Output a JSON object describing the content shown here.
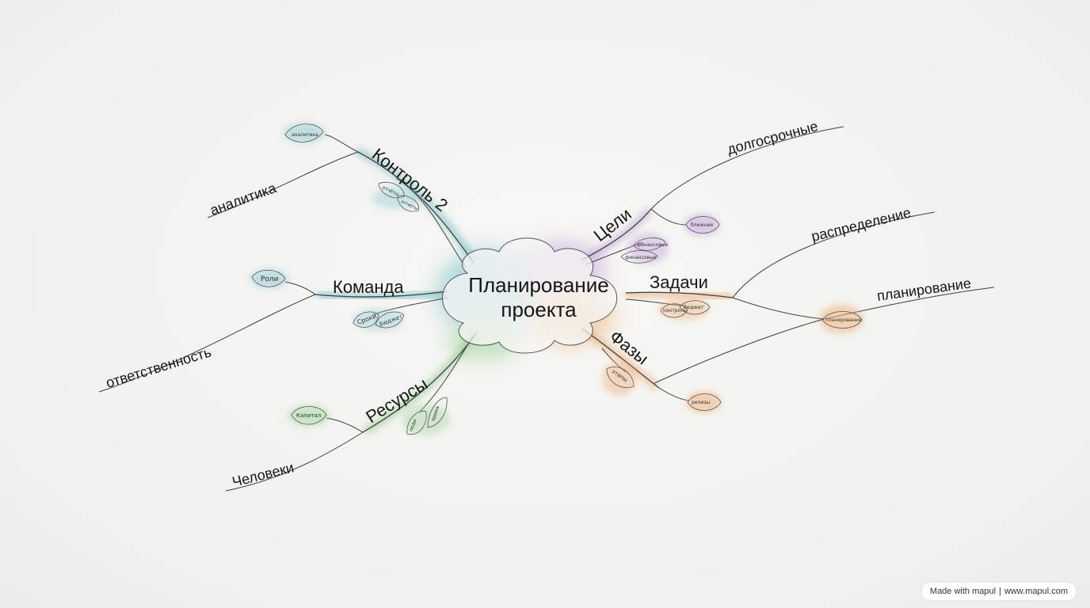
{
  "center": {
    "line1": "Планирование",
    "line2": "проекта"
  },
  "branches": {
    "control": {
      "label": "Контроль 2",
      "color": "#5aaeb8",
      "sub": {
        "analytics": "аналитика"
      },
      "leaves": [
        "аналитика",
        "отчёты",
        "отчеты"
      ]
    },
    "team": {
      "label": "Команда",
      "color": "#5aaeb8",
      "sub": {
        "responsibility": "ответственность"
      },
      "leaves": [
        "Роли",
        "Сроки",
        "Бюджет"
      ]
    },
    "resources": {
      "label": "Ресурсы",
      "color": "#7fc07a",
      "sub": {
        "people": "Человеки"
      },
      "leaves": [
        "Капитал",
        "люди",
        "время"
      ]
    },
    "goals": {
      "label": "Цели",
      "color": "#b79ad0",
      "sub": {
        "longterm": "долгосрочные"
      },
      "leaves": [
        "ближние",
        "финансовые",
        "финансовые"
      ]
    },
    "tasks": {
      "label": "Задачи",
      "color": "#e9a46c",
      "sub": {
        "distribution": "распределение",
        "planning": "планирование"
      },
      "leaves": [
        "контроль",
        "бюджет",
        "планирование"
      ]
    },
    "phases": {
      "label": "Фазы",
      "color": "#e9a46c",
      "leaves": [
        "этапы",
        "релизы"
      ]
    }
  },
  "watermark": {
    "made_with": "Made with mapul",
    "url": "www.mapul.com"
  },
  "colors": {
    "background": "#f4f4f1",
    "line": "#4a4a4a",
    "teal": "#5aaeb8",
    "green": "#7fc07a",
    "purple": "#b79ad0",
    "orange": "#e9a46c"
  }
}
